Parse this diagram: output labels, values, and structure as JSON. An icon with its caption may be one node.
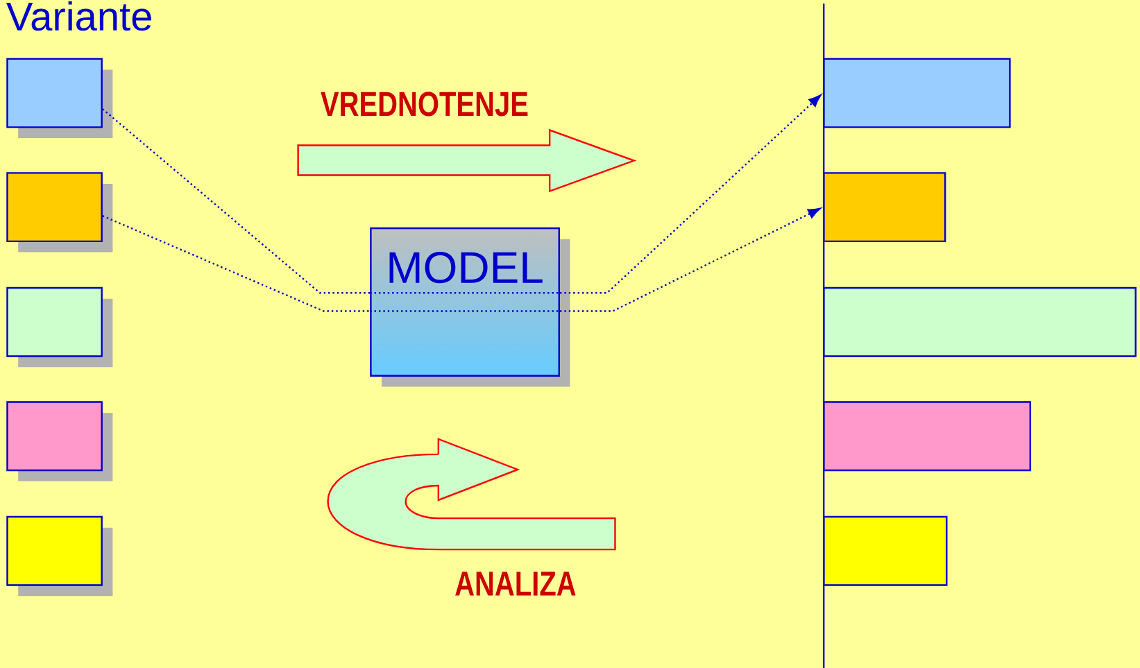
{
  "diagram": {
    "nodes": [
      {
        "text": [],
        "shape": "box"
      },
      {
        "text": [],
        "shape": "box"
      },
      {
        "text": [],
        "shape": "box"
      },
      {
        "text": [],
        "shape": "box"
      },
      {
        "text": [],
        "shape": "box"
      },
      {
        "text": [
          "MODEL"
        ]
      },
      {
        "text": [],
        "shape": "bar"
      },
      {
        "text": [],
        "shape": "bar"
      },
      {
        "text": [],
        "shape": "bar"
      },
      {
        "text": [],
        "shape": "bar"
      },
      {
        "text": [],
        "shape": "bar"
      }
    ],
    "edges": [
      {
        "from": 0,
        "to": 5,
        "arrow": "none",
        "style": "dashed"
      },
      {
        "from": 1,
        "to": 5,
        "arrow": "none",
        "style": "dashed"
      },
      {
        "from": 5,
        "to": 6,
        "arrow": "to",
        "style": "dashed"
      },
      {
        "from": 5,
        "to": 7,
        "arrow": "to",
        "style": "dashed"
      }
    ],
    "labels": [
      "Variante",
      "VREDNOTENJE",
      "ANALIZA"
    ]
  }
}
